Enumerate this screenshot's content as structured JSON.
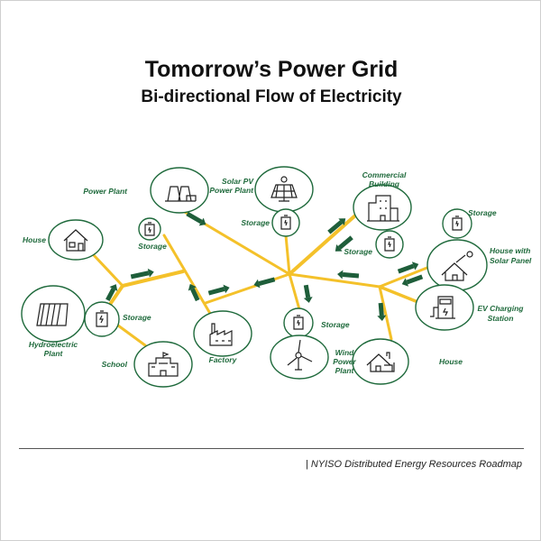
{
  "header": {
    "title": "Tomorrow’s Power Grid",
    "subtitle": "Bi-directional Flow of Electricity"
  },
  "nodes": {
    "power_plant": "Power Plant",
    "storage": "Storage",
    "solar_pv_1": "Solar PV",
    "solar_pv_2": "Power Plant",
    "commercial_1": "Commercial",
    "commercial_2": "Building",
    "house": "House",
    "house_solar_1": "House with",
    "house_solar_2": "Solar Panel",
    "ev_1": "EV Charging",
    "ev_2": "Station",
    "wind_1": "Wind",
    "wind_2": "Power",
    "wind_3": "Plant",
    "factory": "Factory",
    "school": "School",
    "hydro_1": "Hydroelectric",
    "hydro_2": "Plant"
  },
  "colors": {
    "line": "#f4c12a",
    "arrow": "#1e5e3a",
    "node": "#1f6a3c"
  },
  "footer": {
    "credit": "| NYISO Distributed Energy Resources Roadmap"
  }
}
